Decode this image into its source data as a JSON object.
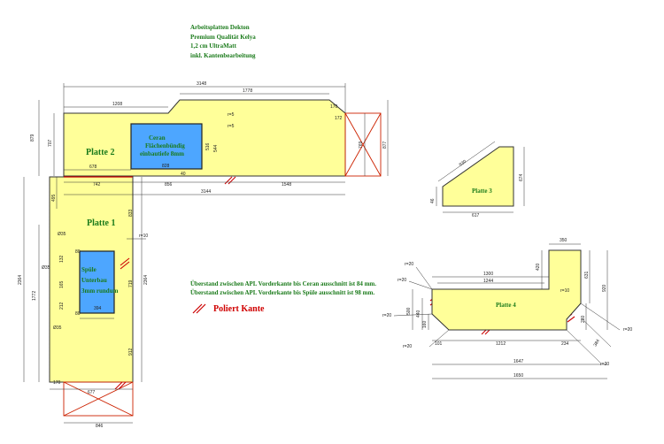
{
  "notes": [
    "Arbeitsplatten Dekton",
    "Premium Qualität Kelya",
    "1,2 cm UltraMatt",
    "inkl. Kantenbearbeitung"
  ],
  "info": [
    "Überstand zwischen APL Vorderkante bis Ceran ausschnitt ist 84 mm.",
    "Überstand zwischen APL Vorderkante bis Spüle ausschnitt ist 98 mm."
  ],
  "legend": {
    "label": "Poliert Kante"
  },
  "plates": {
    "p1": "Platte 1",
    "p2": "Platte 2",
    "p3": "Platte 3",
    "p4": "Platte 4"
  },
  "cutouts": {
    "ceran": [
      "Ceran",
      "Flächenbündig",
      "einbautiefe 8mm"
    ],
    "spule": [
      "Spüle",
      "Unterbau",
      "3mm rundum"
    ]
  },
  "dims": {
    "d3148": "3148",
    "d1778": "1778",
    "d1208": "1208",
    "d170": "170",
    "d172": "172",
    "r5a": "r=5",
    "r5b": "r=5",
    "d879": "879",
    "d707": "707",
    "d516": "516",
    "d544": "544",
    "d828": "828",
    "d40": "40",
    "d769": "769",
    "d877": "877",
    "d678": "678",
    "d742": "742",
    "d856": "856",
    "d1548": "1548",
    "d3144": "3144",
    "d495": "495",
    "d833": "833",
    "r10a": "r=10",
    "d35a": "Ø35",
    "d35b": "Ø35",
    "d35c": "Ø35",
    "d80a": "80",
    "d80b": "80",
    "d132": "132",
    "d165": "165",
    "d212": "212",
    "d394": "394",
    "d2364a": "2364",
    "d2364b": "2364",
    "d1772": "1772",
    "d719": "719",
    "d912": "912",
    "d170b": "170",
    "d677": "677",
    "d846": "846",
    "d830": "830",
    "d674": "674",
    "d617": "617",
    "d46": "46",
    "d350": "350",
    "d1300": "1300",
    "d1244": "1244",
    "d420": "420",
    "d631": "631",
    "d920": "920",
    "r10b": "r=10",
    "r20a": "r=20",
    "r20b": "r=20",
    "r20c": "r=20",
    "r20d": "r=20",
    "r20e": "r=20",
    "r20f": "r=20",
    "d500": "500",
    "d440": "440",
    "d160": "160",
    "d280": "280",
    "d101": "101",
    "d1212": "1212",
    "d234": "234",
    "d384": "384",
    "d1647": "1647",
    "d1650": "1650"
  },
  "colors": {
    "plate": "#ffff99",
    "cutout": "#4da6ff",
    "edge": "#cc0000",
    "text_green": "#1a7a1a",
    "line": "#222222"
  }
}
